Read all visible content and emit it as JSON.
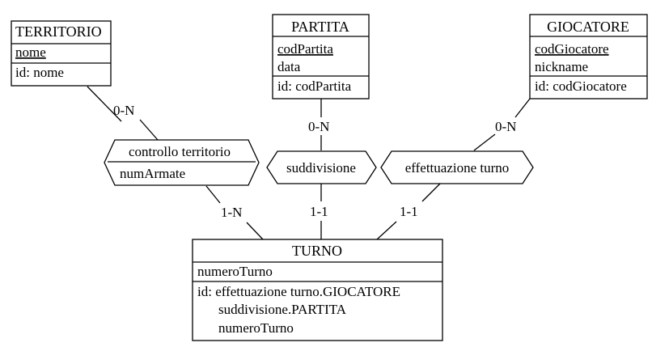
{
  "entities": {
    "territorio": {
      "name": "TERRITORIO",
      "attributes": [
        "nome"
      ],
      "identifier": "id: nome"
    },
    "partita": {
      "name": "PARTITA",
      "attributes": [
        "codPartita",
        "data"
      ],
      "identifier": "id: codPartita"
    },
    "giocatore": {
      "name": "GIOCATORE",
      "attributes": [
        "codGiocatore",
        "nickname"
      ],
      "identifier": "id: codGiocatore"
    },
    "turno": {
      "name": "TURNO",
      "attributes": [
        "numeroTurno"
      ],
      "identifier": [
        "id: effettuazione turno.GIOCATORE",
        "suddivisione.PARTITA",
        "numeroTurno"
      ]
    }
  },
  "relationships": {
    "controllo": {
      "name": "controllo territorio",
      "attribute": "numArmate",
      "card_top": "0-N",
      "card_bottom": "1-N"
    },
    "suddivisione": {
      "name": "suddivisione",
      "card_top": "0-N",
      "card_bottom": "1-1"
    },
    "effettuazione": {
      "name": "effettuazione turno",
      "card_top": "0-N",
      "card_bottom": "1-1"
    }
  }
}
